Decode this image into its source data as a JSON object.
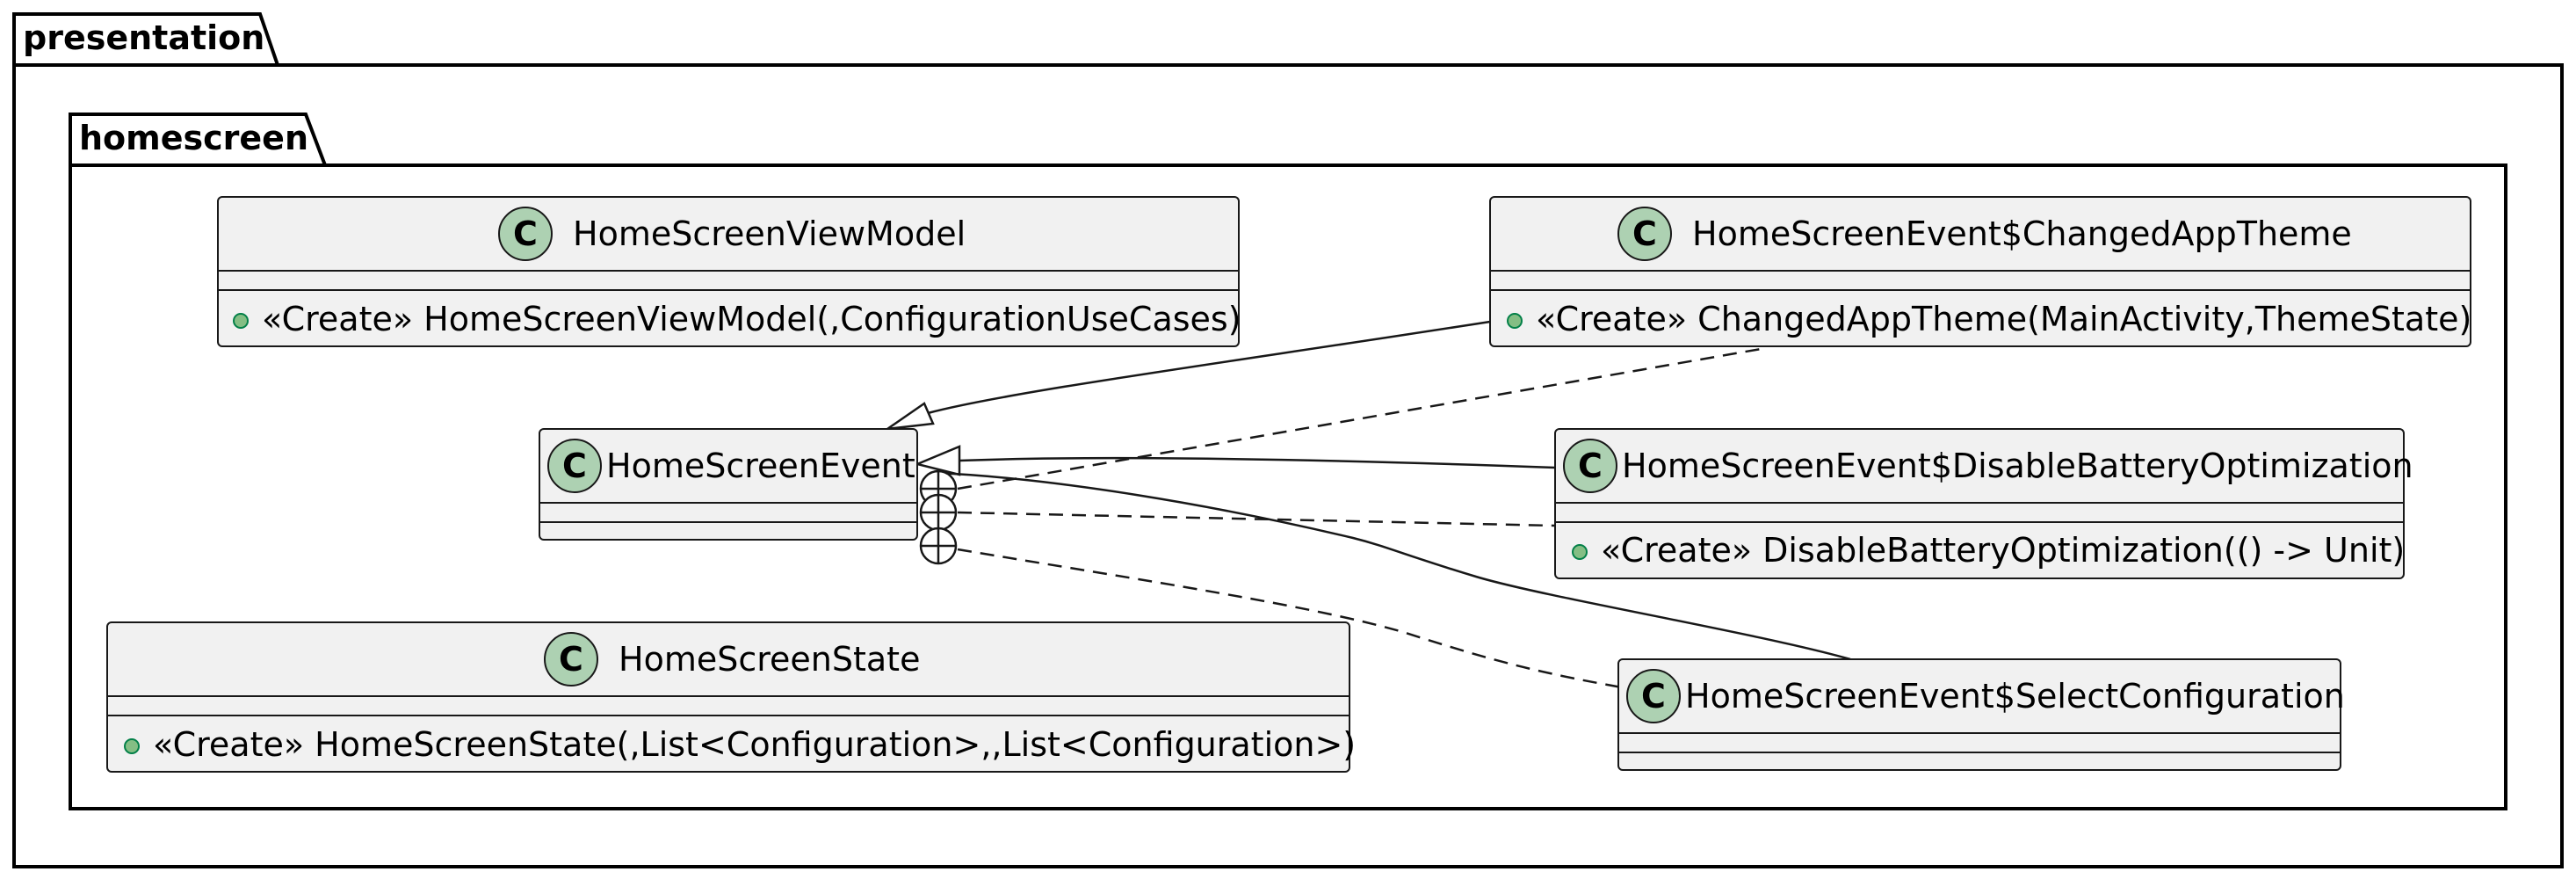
{
  "packages": {
    "outer": {
      "name": "presentation"
    },
    "inner": {
      "name": "homescreen"
    }
  },
  "class_icon_letter": "C",
  "colors": {
    "class_fill": "#f1f1f1",
    "class_icon_fill": "#add1b2",
    "member_dot": "#84be84",
    "member_dot_border": "#038048",
    "line": "#181818"
  },
  "classes": {
    "view_model": {
      "name": "HomeScreenViewModel",
      "members": [
        "«Create» HomeScreenViewModel(,ConfigurationUseCases)"
      ]
    },
    "changed_app_theme": {
      "name": "HomeScreenEvent$ChangedAppTheme",
      "members": [
        "«Create» ChangedAppTheme(MainActivity,ThemeState)"
      ]
    },
    "event": {
      "name": "HomeScreenEvent",
      "members": []
    },
    "disable_battery": {
      "name": "HomeScreenEvent$DisableBatteryOptimization",
      "members": [
        "«Create» DisableBatteryOptimization(() -> Unit)"
      ]
    },
    "state": {
      "name": "HomeScreenState",
      "members": [
        "«Create» HomeScreenState(,List<Configuration>,,List<Configuration>)"
      ]
    },
    "select_configuration": {
      "name": "HomeScreenEvent$SelectConfiguration",
      "members": []
    }
  }
}
